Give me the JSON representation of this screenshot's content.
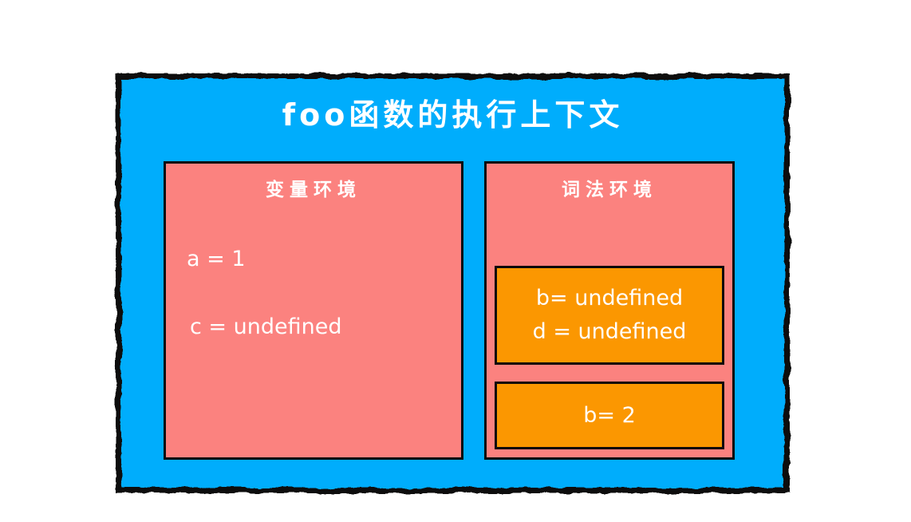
{
  "diagram": {
    "title": "foo函数的执行上下文",
    "colors": {
      "page_bg": "#FFFFFF",
      "outer_box_bg": "#00ADFC",
      "panel_bg": "#FB827F",
      "scope_block_bg": "#FB9701",
      "border": "#101010",
      "text": "#FFFFFF"
    },
    "variable_env": {
      "label": "变量环境",
      "entries": [
        "a = 1",
        "c = undefined"
      ]
    },
    "lexical_env": {
      "label": "词法环境",
      "blocks": [
        {
          "lines": [
            "b= undefined",
            "d = undefined"
          ]
        },
        {
          "lines": [
            "b= 2"
          ]
        }
      ]
    }
  }
}
